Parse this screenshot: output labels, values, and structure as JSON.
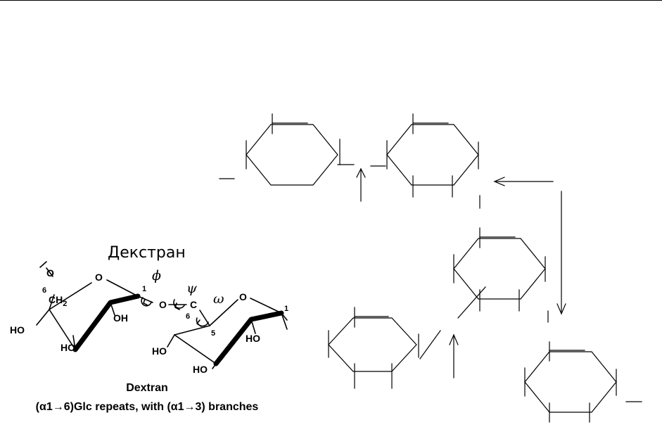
{
  "figure": {
    "title_ru": "Декстран",
    "caption_name": "Dextran",
    "caption_detail": "(α1→6)Glc repeats, with (α1→3) branches"
  },
  "labels": {
    "o_top": "O",
    "c6_num": "6",
    "ch2": "CH",
    "ch2_sub": "2",
    "ring1_o": "O",
    "ring1_c1": "1",
    "ho_left": "HO",
    "oh_mid": "OH",
    "ho_bottom": "HO",
    "bridge_o": "O",
    "bridge_c": "C",
    "bridge_6": "6",
    "ring2_5": "5",
    "ring2_o": "O",
    "ring2_c1": "1",
    "ho_r2_left": "HO",
    "ho_r2_right": "HO",
    "ho_r2_bottom": "HO",
    "phi": "ϕ",
    "psi": "ψ",
    "omega": "ω"
  }
}
